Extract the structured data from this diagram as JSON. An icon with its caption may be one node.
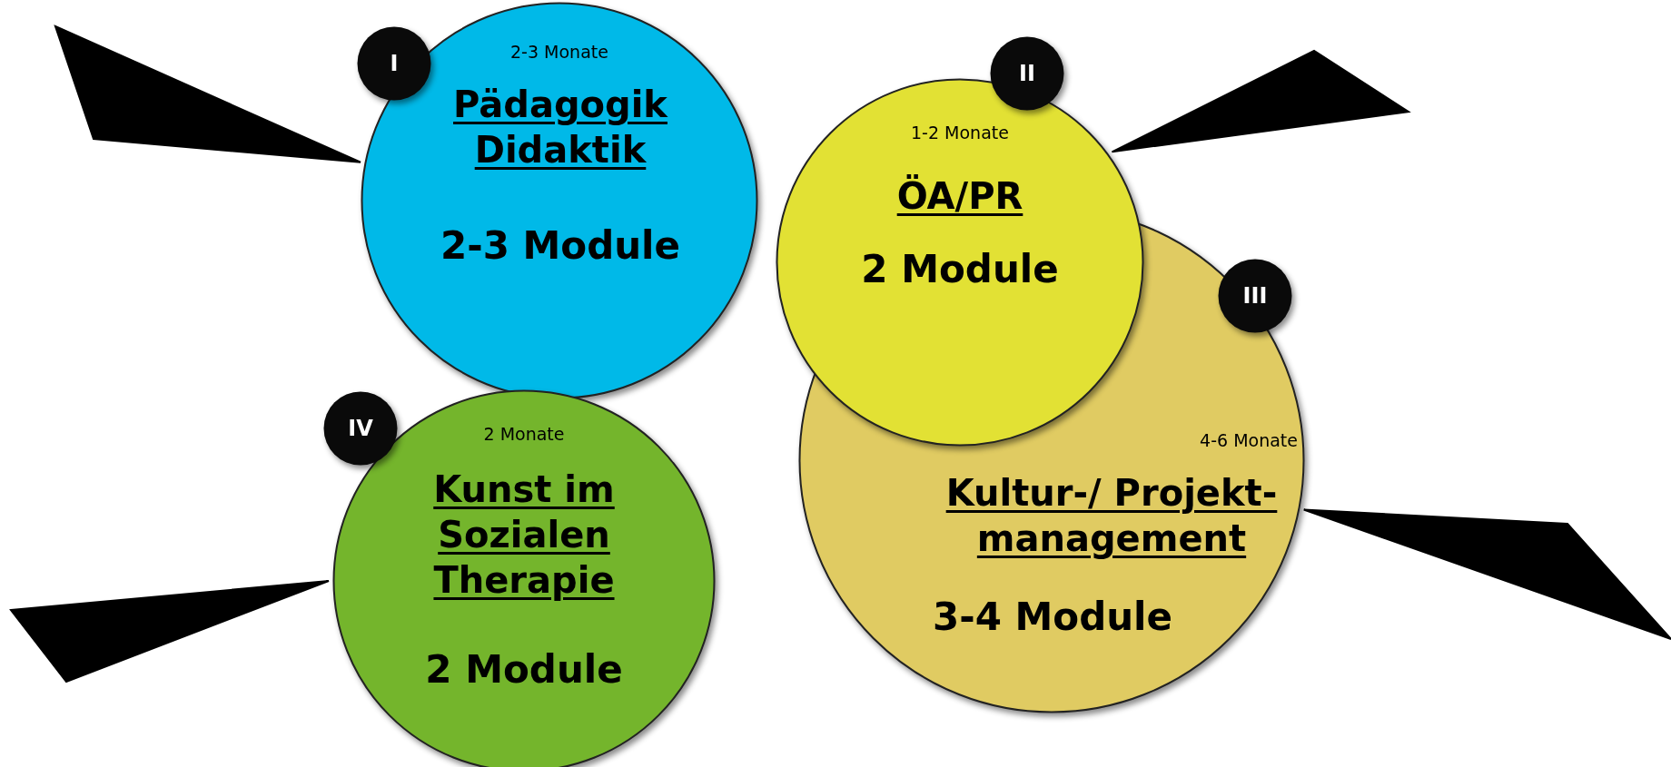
{
  "diagram": {
    "nodes": [
      {
        "text": [
          "2-3 Monate",
          "Pädagogik Didaktik",
          "2-3 Module"
        ]
      },
      {
        "text": [
          "4-6 Monate",
          "Kultur-/ Projekt- management",
          "3-4 Module"
        ]
      },
      {
        "text": [
          "1-2 Monate",
          "ÖA/PR",
          "2 Module"
        ]
      },
      {
        "text": [
          "2 Monate",
          "Kunst im Sozialen Therapie",
          "2 Module"
        ]
      },
      {
        "text": [
          "I"
        ]
      },
      {
        "text": [
          "II"
        ]
      },
      {
        "text": [
          "III"
        ]
      },
      {
        "text": [
          "IV"
        ]
      }
    ]
  }
}
